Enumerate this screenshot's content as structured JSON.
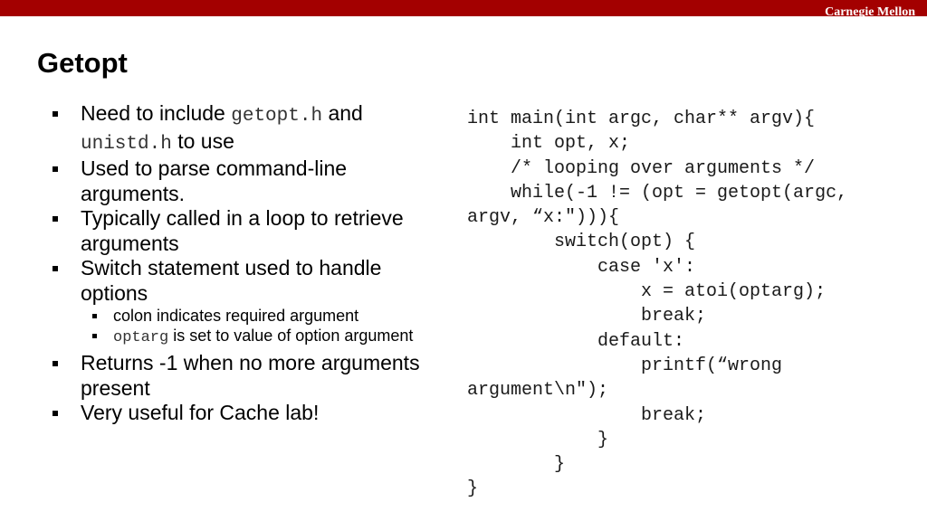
{
  "header": {
    "brand": "Carnegie Mellon"
  },
  "slide": {
    "title": "Getopt"
  },
  "bullets": {
    "b1": {
      "text_a": "Need to include ",
      "code_a": "getopt.h",
      "text_b": " and",
      "code_b": "unistd.h",
      "text_c": " to use"
    },
    "b2": "Used to parse command-line arguments.",
    "b3": "Typically called in a loop to retrieve arguments",
    "b4": "Switch statement used to handle options",
    "b4_sub1": "colon indicates required argument",
    "b4_sub2": {
      "code": "optarg",
      "text": " is set to value of option argument"
    },
    "b5": "Returns -1 when no more arguments present",
    "b6": "Very useful for Cache lab!"
  },
  "code_lines": [
    "int main(int argc, char** argv){",
    "    int opt, x;",
    "    /* looping over arguments */",
    "    while(-1 != (opt = getopt(argc,",
    "argv, “x:\"))){",
    "        switch(opt) {",
    "            case 'x':",
    "                x = atoi(optarg);",
    "                break;",
    "            default:",
    "                printf(“wrong",
    "argument\\n\");",
    "                break;",
    "            }",
    "        }",
    "}"
  ]
}
